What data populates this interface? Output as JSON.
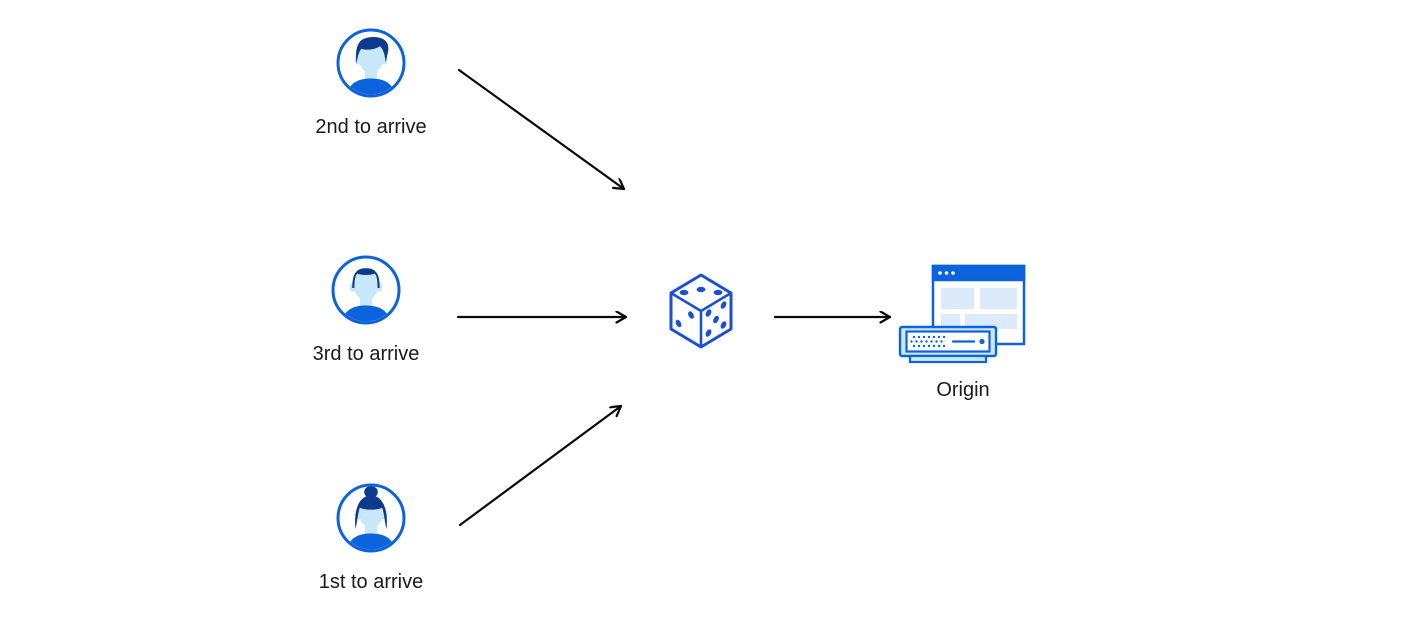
{
  "diagram": {
    "background": "#ffffff",
    "colors": {
      "primary_blue": "#0c63dc",
      "dark_navy": "#0d3a8c",
      "face_blue": "#c9e7fa",
      "pane_blue": "#dcebfb",
      "trim_blue": "#cfe8fb",
      "dice_blue": "#1b50d6",
      "arrow_color": "#0a0a0a",
      "text_color": "#1a1a1a"
    },
    "clients": [
      {
        "label": "2nd to arrive",
        "avatar_icon": "male-avatar-swept-hair-icon"
      },
      {
        "label": "3rd to arrive",
        "avatar_icon": "male-avatar-short-hair-icon"
      },
      {
        "label": "1st to arrive",
        "avatar_icon": "female-avatar-bun-hair-icon"
      }
    ],
    "selector": {
      "icon": "dice-icon"
    },
    "origin": {
      "label": "Origin",
      "icon": "origin-server-icon"
    },
    "arrows": [
      {
        "from": "client-2nd-to-arrive",
        "to": "dice"
      },
      {
        "from": "client-3rd-to-arrive",
        "to": "dice"
      },
      {
        "from": "client-1st-to-arrive",
        "to": "dice"
      },
      {
        "from": "dice",
        "to": "origin"
      }
    ]
  }
}
